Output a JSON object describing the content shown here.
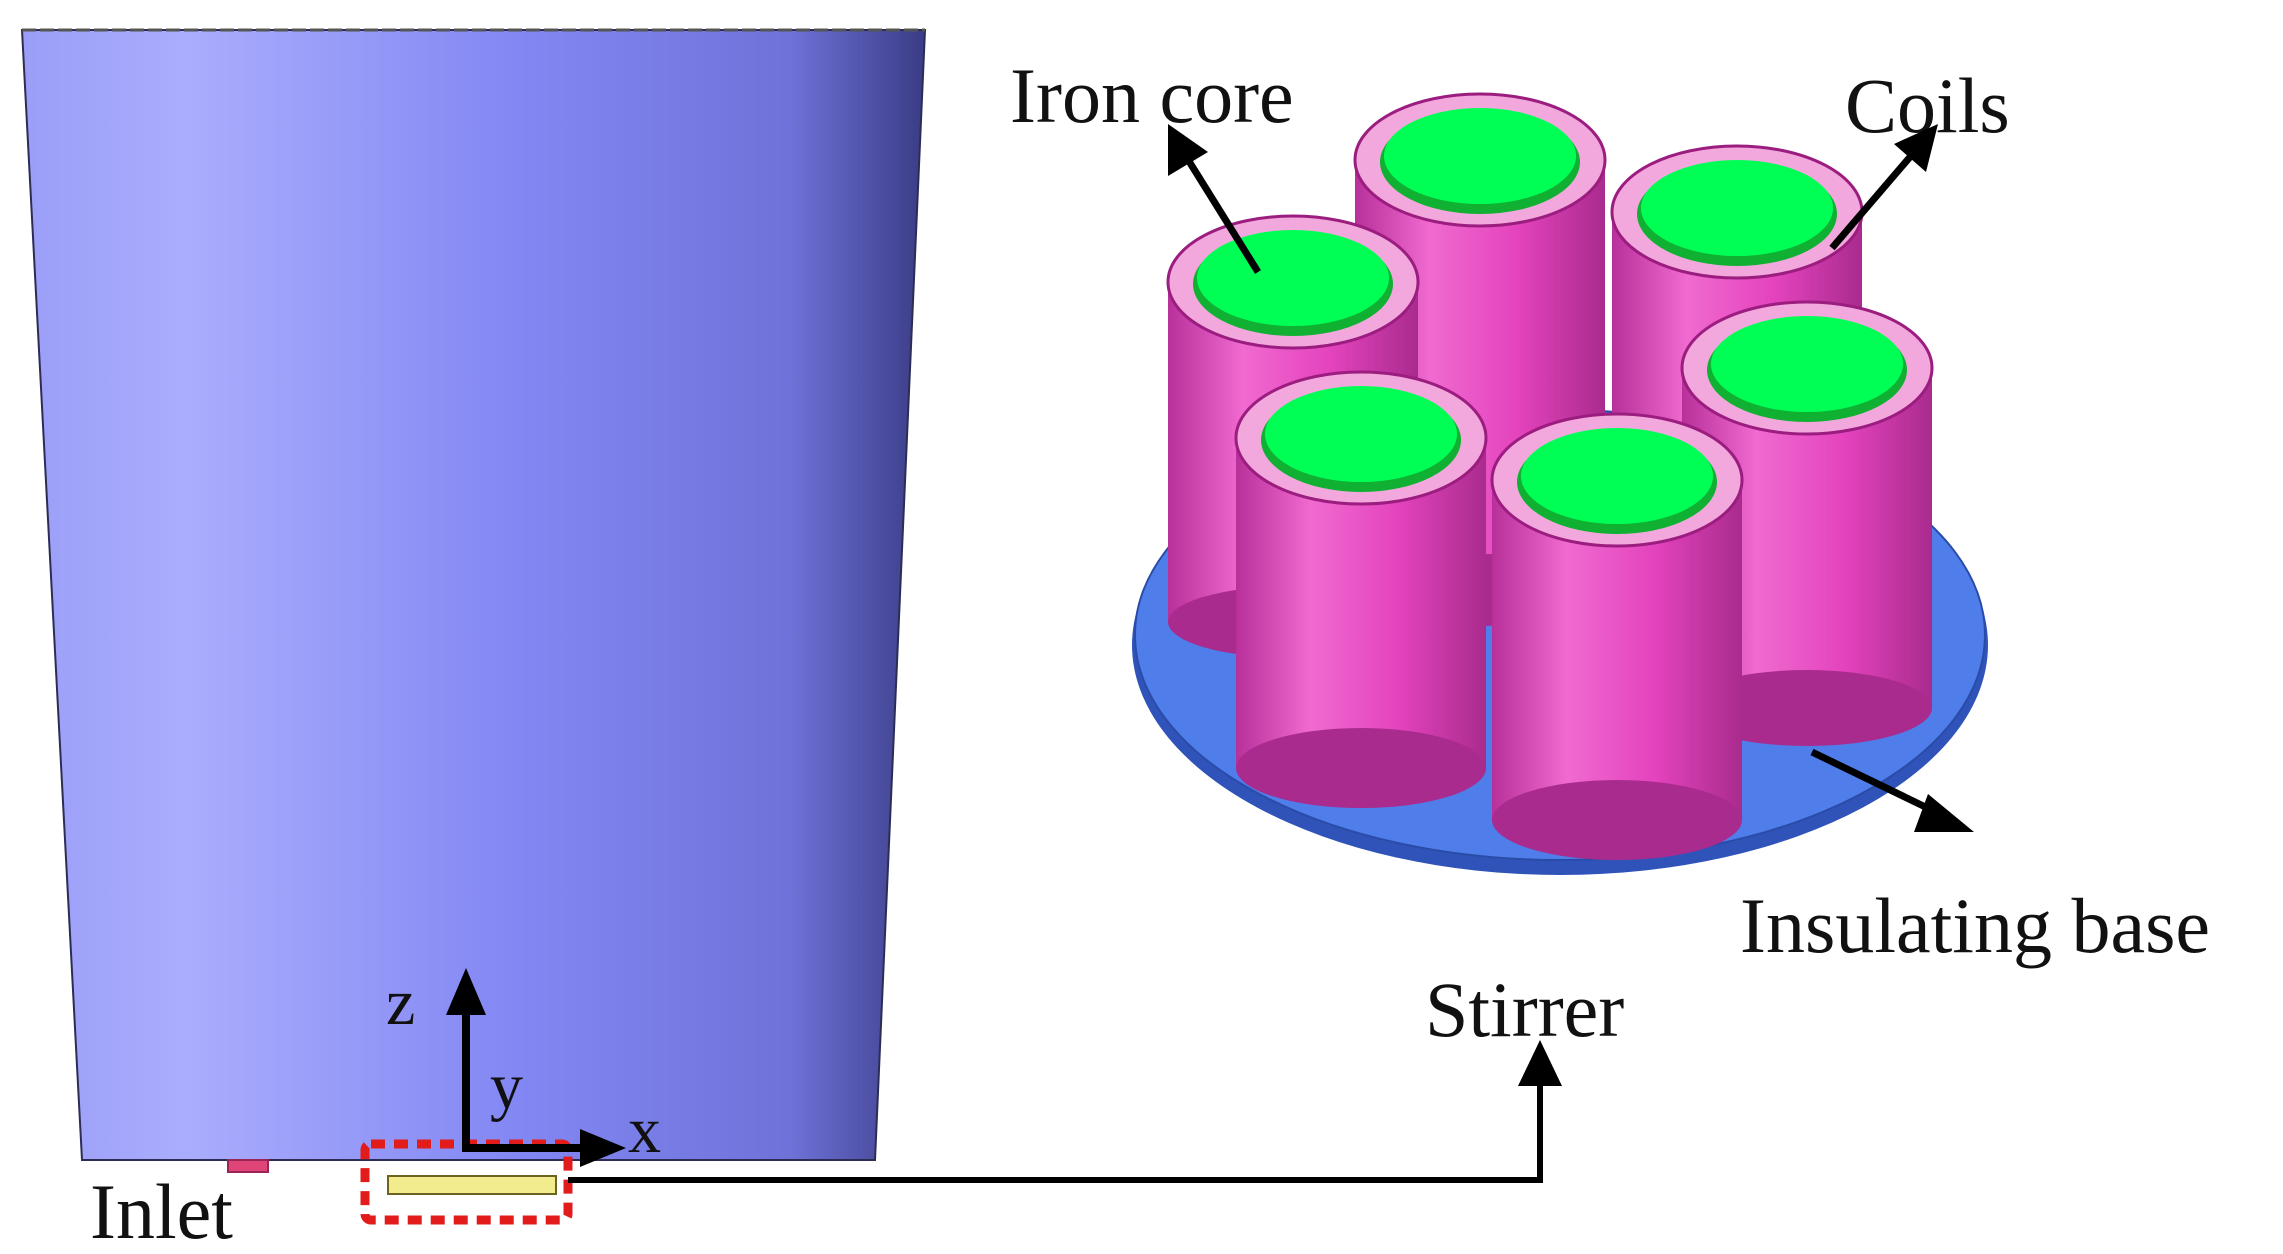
{
  "labels": {
    "iron_core": "Iron core",
    "coils": "Coils",
    "insulating_base": "Insulating base",
    "stirrer": "Stirrer",
    "inlet": "Inlet"
  },
  "axes": {
    "z": "z",
    "y": "y",
    "x": "x"
  },
  "colors": {
    "vessel_light": "#a9acfb",
    "vessel_mid": "#7f84f2",
    "vessel_dark": "#3f418a",
    "coil_pink": "#e53fbd",
    "coil_light": "#f3a8dd",
    "core_green": "#00ff55",
    "core_dark": "#10b032",
    "base_blue": "#4f7dea",
    "highlight_box": "#e21b1b",
    "stirrer_bar": "#f2ec8e",
    "inlet_pipe": "#e0457a",
    "arrow": "#000000"
  }
}
